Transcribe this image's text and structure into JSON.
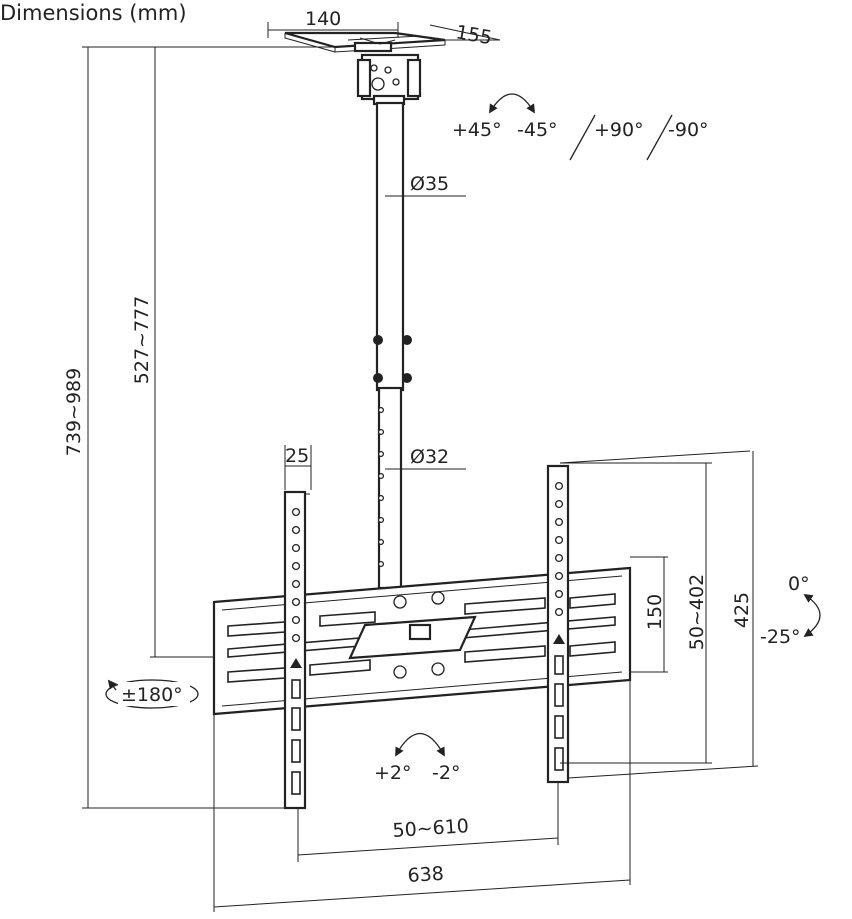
{
  "title": "Dimensions (mm)",
  "ceiling_plate": {
    "width_label": "140",
    "depth_label": "155"
  },
  "tilt_ceiling": {
    "positive": "+45°",
    "negative": "-45°",
    "separator": "/",
    "positive_2": "+90°",
    "negative_2": "-90°"
  },
  "pole": {
    "upper_diameter": "Ø35",
    "lower_diameter": "Ø32"
  },
  "heights": {
    "total": "739~989",
    "adjustable": "527~777"
  },
  "arm_depth": "25",
  "swivel": "±180°",
  "roll": {
    "positive": "+2°",
    "negative": "-2°"
  },
  "vertical": {
    "rail_span": "150",
    "hole_span": "50~402",
    "arm_length": "425"
  },
  "tilt_screen": {
    "top": "0°",
    "bottom": "-25°"
  },
  "horizontal": {
    "hole_span": "50~610",
    "total_width": "638"
  }
}
